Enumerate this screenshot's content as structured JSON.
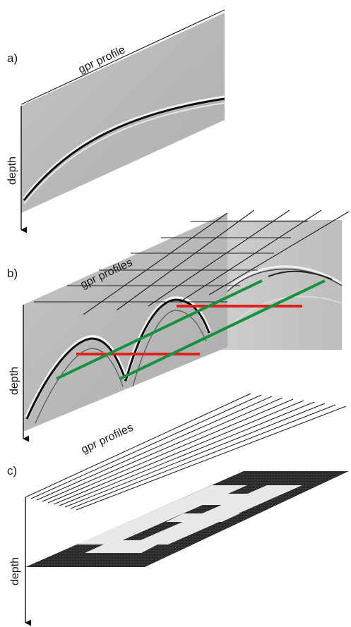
{
  "panels": {
    "a": {
      "label": "a)",
      "title": "gpr profile",
      "axis_label": "depth"
    },
    "b": {
      "label": "b)",
      "title": "gpr profiles",
      "axis_label": "depth"
    },
    "c": {
      "label": "c)",
      "title": "gpr profiles",
      "axis_label": "depth"
    }
  },
  "colors": {
    "axis": "#111111",
    "profile_line": "#222222",
    "section_bg": "#b9b9b9",
    "reflector": "#0d0d0d",
    "red_line": "#e0201b",
    "green_line": "#17913e",
    "slice_dark": "#262626",
    "slice_light": "#e8e8e8"
  }
}
